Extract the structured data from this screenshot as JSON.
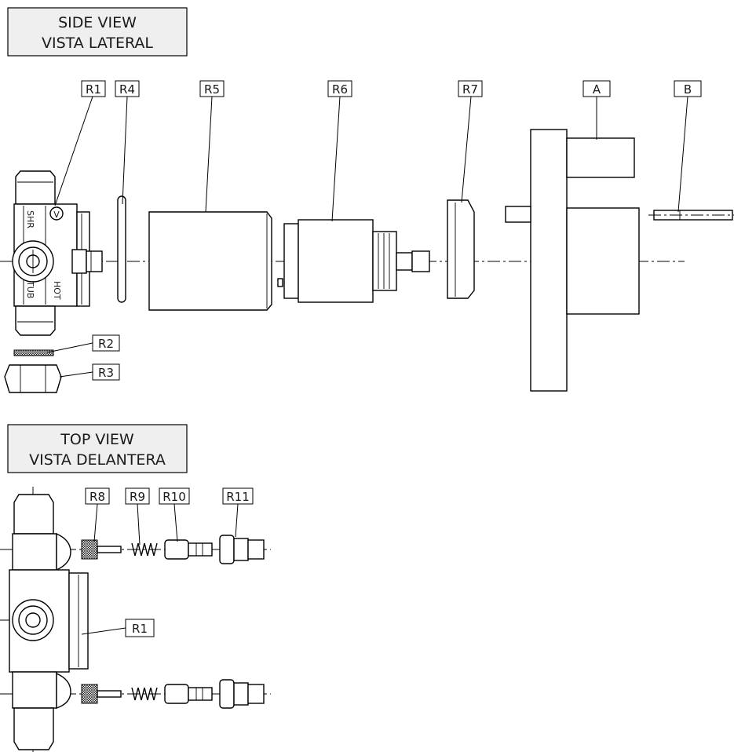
{
  "views": {
    "side": {
      "title_line1": "SIDE VIEW",
      "title_line2": "VISTA LATERAL"
    },
    "top": {
      "title_line1": "TOP VIEW",
      "title_line2": "VISTA DELANTERA"
    }
  },
  "valve_markings": {
    "shr": "SHR",
    "tub": "TUB",
    "hot": "HOT",
    "v_symbol": "V"
  },
  "callouts": {
    "r1": "R1",
    "r2": "R2",
    "r3": "R3",
    "r4": "R4",
    "r5": "R5",
    "r6": "R6",
    "r7": "R7",
    "a": "A",
    "b": "B",
    "r8": "R8",
    "r9": "R9",
    "r10": "R10",
    "r11": "R11"
  },
  "colors": {
    "line": "#000000",
    "title_fill": "#efefef",
    "background": "#ffffff"
  }
}
